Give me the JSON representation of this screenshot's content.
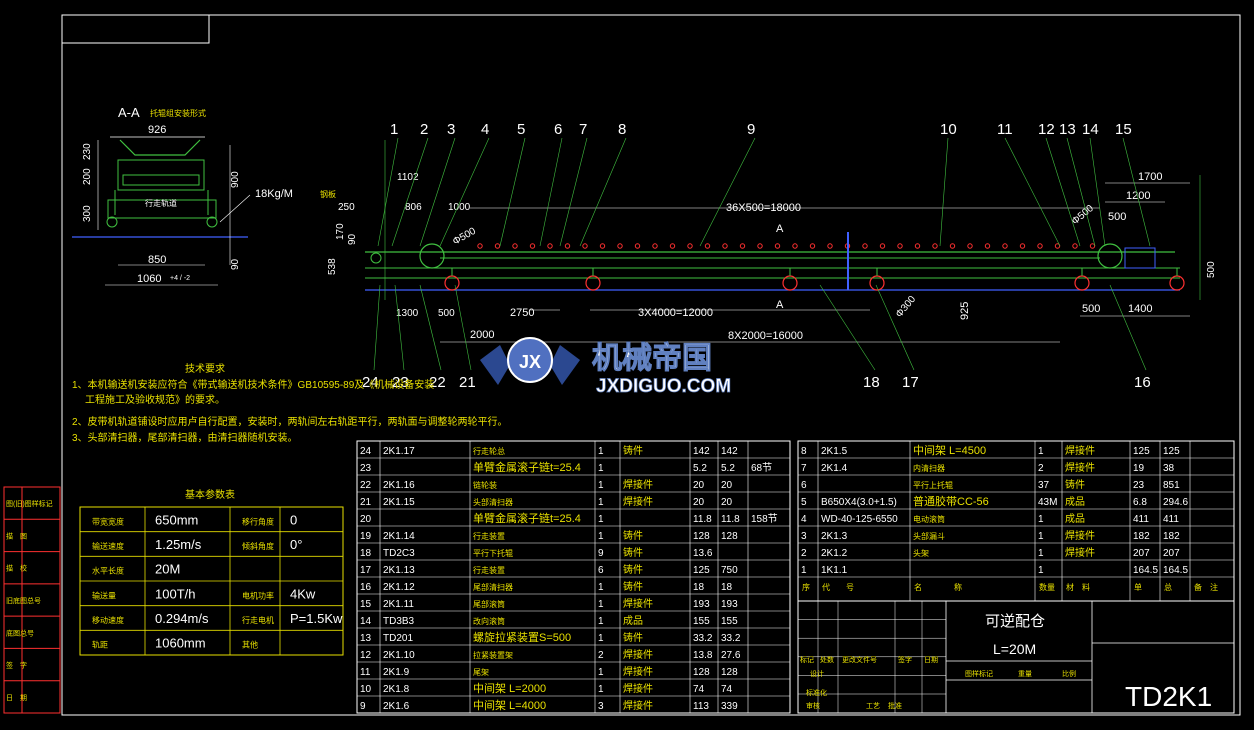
{
  "colors": {
    "background": "#000000",
    "frame": "#ffffff",
    "body": "#40c040",
    "dims": "#ffffff",
    "table_lines": "#ffffff",
    "red": "#ff2020",
    "yellow": "#ffff40",
    "cyan": "#40d0ff"
  },
  "section": {
    "title": "A-A",
    "subtitle": "托辊组安装形式",
    "width_top": "926",
    "h1": "200",
    "h2": "230",
    "h3": "300",
    "dim_900": "900",
    "dim_850": "850",
    "dim_1060": "1060",
    "tol": "+4 / -2",
    "dim_90": "90",
    "load_note": "18Kg/M",
    "load_note2": "钢板",
    "track_label": "行走轨道"
  },
  "elevation": {
    "balloons_top": [
      "1",
      "2",
      "3",
      "4",
      "5",
      "6",
      "7",
      "8",
      "9",
      "10",
      "11",
      "12",
      "13",
      "14",
      "15"
    ],
    "balloons_bottom": [
      "24",
      "23",
      "22",
      "21",
      "18",
      "17",
      "16"
    ],
    "dims": {
      "d250": "250",
      "d1102": "1102",
      "d806": "806",
      "d1000": "1000",
      "d170": "170",
      "d90": "90",
      "d538": "538",
      "span": "36X500=18000",
      "a_mark": "A",
      "phi500": "Φ500",
      "phi500r": "Φ500",
      "d1700": "1700",
      "d1200": "1200",
      "d500r": "500",
      "d500v": "500",
      "d2750": "2750",
      "d12000": "3X4000=12000",
      "d1300": "1300",
      "d500b": "500",
      "d2000": "2000",
      "d16000": "8X2000=16000",
      "d925": "925",
      "phi300": "Φ300",
      "d500rb": "500",
      "d1400": "1400"
    }
  },
  "notes": {
    "title": "技术要求",
    "lines": [
      "1、本机输送机安装应符合《带式输送机技术条件》GB10595-89及《机械设备安装",
      "工程施工及验收规范》的要求。",
      "2、皮带机轨道铺设时应用卢自行配置，安装时，两轨间左右轨距平行，两轨面与调整轮两轮平行。",
      "3、头部清扫器，尾部清扫器，由清扫器随机安装。"
    ]
  },
  "params": {
    "title": "基本参数表",
    "rows": [
      [
        "带宽宽度",
        "650mm",
        "移行角度",
        "0"
      ],
      [
        "输送速度",
        "1.25m/s",
        "倾斜角度",
        "0°"
      ],
      [
        "水平长度",
        "20M",
        "",
        ""
      ],
      [
        "输送量",
        "100T/h",
        "电机功率",
        "4Kw"
      ],
      [
        "移动速度",
        "0.294m/s",
        "行走电机",
        "P=1.5Kw"
      ],
      [
        "轨距",
        "1060mm",
        "其他",
        ""
      ]
    ]
  },
  "left_strip": [
    "图(旧)图样标记",
    "描　图",
    "描　校",
    "旧底图总号",
    "底图总号",
    "签　字",
    "日　期"
  ],
  "bom_left": [
    [
      "24",
      "2K1.17",
      "行走轮总",
      "1",
      "铸件",
      "142",
      "142",
      ""
    ],
    [
      "23",
      "",
      "单臂金属滚子链t=25.4",
      "1",
      "",
      "5.2",
      "5.2",
      "68节"
    ],
    [
      "22",
      "2K1.16",
      "链轮装",
      "1",
      "焊接件",
      "20",
      "20",
      ""
    ],
    [
      "21",
      "2K1.15",
      "头部清扫器",
      "1",
      "焊接件",
      "20",
      "20",
      ""
    ],
    [
      "20",
      "",
      "单臂金属滚子链t=25.4",
      "1",
      "",
      "11.8",
      "11.8",
      "158节"
    ],
    [
      "19",
      "2K1.14",
      "行走装置",
      "1",
      "铸件",
      "128",
      "128",
      ""
    ],
    [
      "18",
      "TD2C3",
      "平行下托辊",
      "9",
      "铸件",
      "13.6",
      "",
      ""
    ],
    [
      "17",
      "2K1.13",
      "行走装置",
      "6",
      "铸件",
      "125",
      "750",
      ""
    ],
    [
      "16",
      "2K1.12",
      "尾部清扫器",
      "1",
      "铸件",
      "18",
      "18",
      ""
    ],
    [
      "15",
      "2K1.11",
      "尾部滚筒",
      "1",
      "焊接件",
      "193",
      "193",
      ""
    ],
    [
      "14",
      "TD3B3",
      "改向滚筒",
      "1",
      "成品",
      "155",
      "155",
      ""
    ],
    [
      "13",
      "TD201",
      "螺旋拉紧装置S=500",
      "1",
      "铸件",
      "33.2",
      "33.2",
      ""
    ],
    [
      "12",
      "2K1.10",
      "拉紧装置架",
      "2",
      "焊接件",
      "13.8",
      "27.6",
      ""
    ],
    [
      "11",
      "2K1.9",
      "尾架",
      "1",
      "焊接件",
      "128",
      "128",
      ""
    ],
    [
      "10",
      "2K1.8",
      "中间架 L=2000",
      "1",
      "焊接件",
      "74",
      "74",
      ""
    ],
    [
      "9",
      "2K1.6",
      "中间架 L=4000",
      "3",
      "焊接件",
      "113",
      "339",
      ""
    ]
  ],
  "bom_right": [
    [
      "8",
      "2K1.5",
      "中间架 L=4500",
      "1",
      "焊接件",
      "125",
      "125",
      ""
    ],
    [
      "7",
      "2K1.4",
      "内清扫器",
      "2",
      "焊接件",
      "19",
      "38",
      ""
    ],
    [
      "6",
      "",
      "平行上托辊",
      "37",
      "铸件",
      "23",
      "851",
      ""
    ],
    [
      "5",
      "B650X4(3.0+1.5)",
      "普通胶带CC-56",
      "43M",
      "成品",
      "6.8",
      "294.6",
      ""
    ],
    [
      "4",
      "WD-40-125-6550",
      "电动滚筒",
      "1",
      "成品",
      "411",
      "411",
      ""
    ],
    [
      "3",
      "2K1.3",
      "头部漏斗",
      "1",
      "焊接件",
      "182",
      "182",
      ""
    ],
    [
      "2",
      "2K1.2",
      "头架",
      "1",
      "焊接件",
      "207",
      "207",
      ""
    ],
    [
      "1",
      "1K1.1",
      "",
      "1",
      "",
      "164.5",
      "164.5",
      ""
    ]
  ],
  "bom_header": [
    "序",
    "代　　号",
    "名　　　　称",
    "数量",
    "材　料",
    "单",
    "总",
    "备　注"
  ],
  "title_block": {
    "name": "可逆配仓",
    "length": "L=20M",
    "drawing_no": "TD2K1",
    "row_labels": [
      "标记",
      "处数",
      "更改文件号",
      "签字",
      "日期"
    ],
    "sign_labels": [
      "设计",
      "标准化",
      "审核",
      "工艺",
      "批准"
    ],
    "stage_labels": [
      "图样标记",
      "重量",
      "比例"
    ]
  },
  "watermark": {
    "cn": "机械帝国",
    "en": "JXDIGUO.COM"
  }
}
